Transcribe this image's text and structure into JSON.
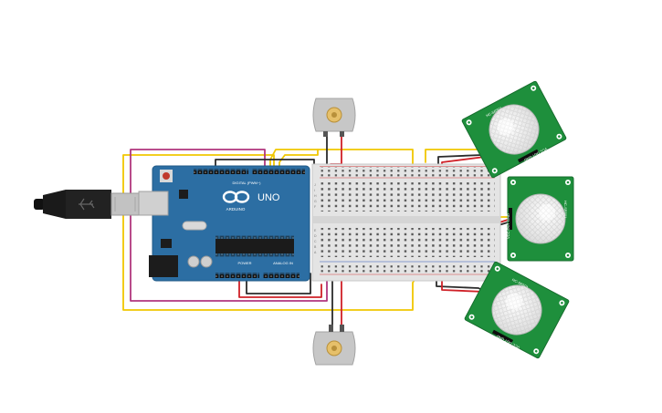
{
  "board": {
    "brand": "ARDUINO",
    "model": "UNO",
    "digital_label": "DIGITAL (PWM~)",
    "power_label": "POWER",
    "analog_label": "ANALOG IN",
    "color": "#2c6ea3"
  },
  "breadboard": {
    "row_letters_top": [
      "J",
      "I",
      "H",
      "G",
      "F"
    ],
    "row_letters_bottom": [
      "E",
      "D",
      "C",
      "B",
      "A"
    ]
  },
  "pir_sensor": {
    "label_top": "HC-SR501",
    "label_bottom": "VCC OUT GND",
    "board_color": "#1e8f3c"
  },
  "wire_colors": {
    "yellow": "#f1c700",
    "magenta": "#b0367d",
    "red": "#cf2027",
    "black": "#2b2b2b"
  },
  "icons": [
    "usb-plug-icon",
    "arduino-infinity-logo-icon",
    "reset-button-icon"
  ]
}
